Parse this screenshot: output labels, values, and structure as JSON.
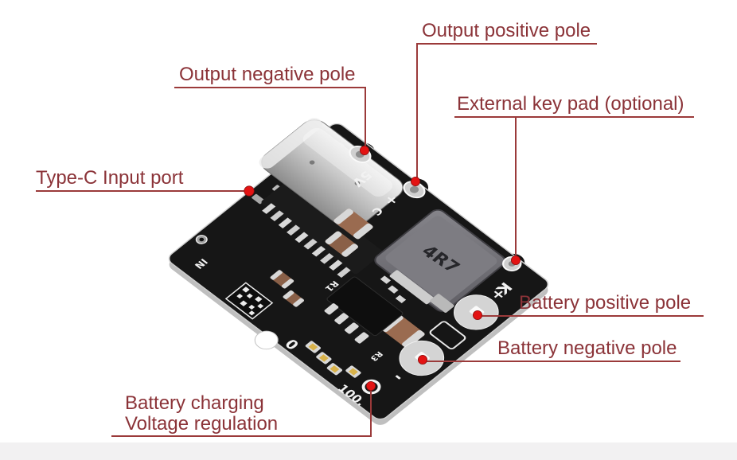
{
  "labels": {
    "output_positive": "Output positive pole",
    "output_negative": "Output negative pole",
    "external_key_pad": "External key pad (optional)",
    "typec_input": "Type-C Input port",
    "battery_positive": "Battery positive pole",
    "battery_negative": "Battery negative pole",
    "battery_charging_line1": "Battery charging",
    "battery_charging_line2": "Voltage regulation"
  },
  "board": {
    "silkscreen": {
      "output_minus": "-",
      "output_5v": "5V",
      "output_plus": "+",
      "output_c": "C",
      "key_pad": "K",
      "battery_plus": "+",
      "battery_minus": "-",
      "led_scale_min": "0",
      "led_scale_max": "100.",
      "r1": "R1",
      "r3": "R3",
      "input": "IN"
    },
    "inductor_marking": "4R7"
  },
  "colors": {
    "background": "#ffffff",
    "label_text": "#8b3338",
    "callout_line": "#9b3a3a",
    "callout_dot": "#e31313",
    "board": "#161616",
    "board_edge": "#cfcfcf",
    "inductor": "#6c6b70",
    "capacitor": "#9a6b50",
    "pad_silver": "#d4d4d4",
    "bottom_strip": "#f2f1f2"
  }
}
